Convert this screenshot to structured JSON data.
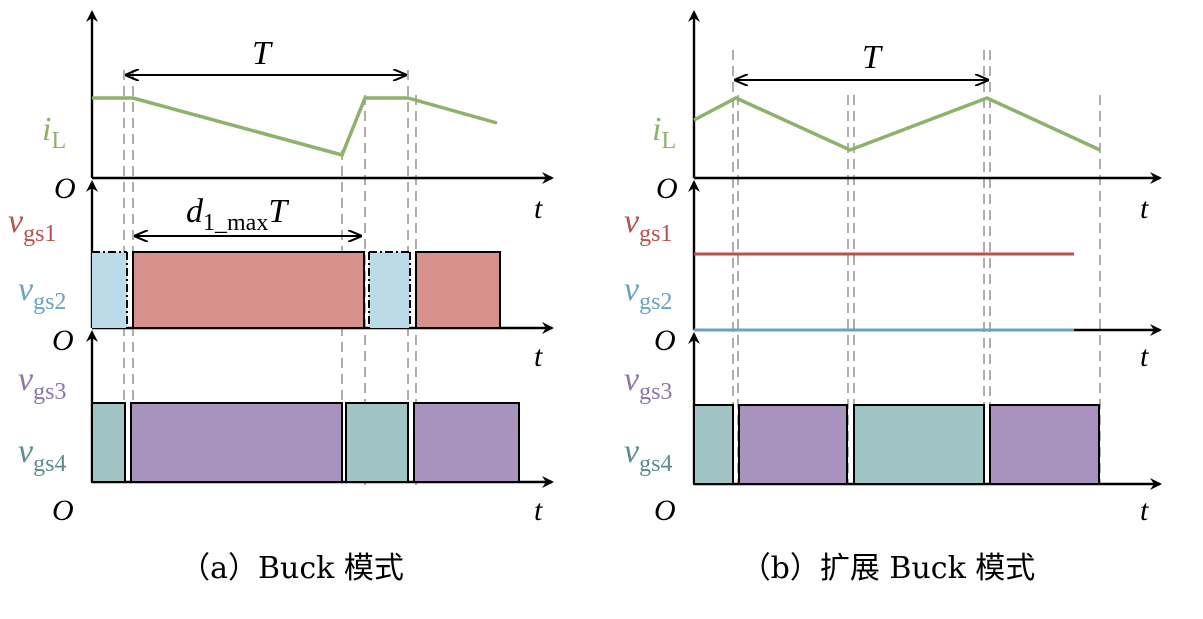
{
  "colors": {
    "current": "#8db26a",
    "gs1": "#b5514f",
    "gs1_fill": "#d6918c",
    "gs2": "#6aa3c0",
    "gs2_fill": "#bcdbe8",
    "gs3": "#8e74a8",
    "gs3_fill": "#a893bf",
    "gs4": "#5d8b8e",
    "gs4_fill": "#9fc4c3"
  },
  "labels": {
    "period": "T",
    "dmax_main": "d",
    "dmax_sub": "1_max",
    "dmax_tail": "T",
    "origin": "O",
    "time": "t",
    "iL_main": "i",
    "iL_sub": "L",
    "v": "v",
    "gs1": "gs1",
    "gs2": "gs2",
    "gs3": "gs3",
    "gs4": "gs4"
  },
  "panels": [
    {
      "caption": "（a）Buck 模式"
    },
    {
      "caption": "（b）扩展 Buck 模式"
    }
  ]
}
